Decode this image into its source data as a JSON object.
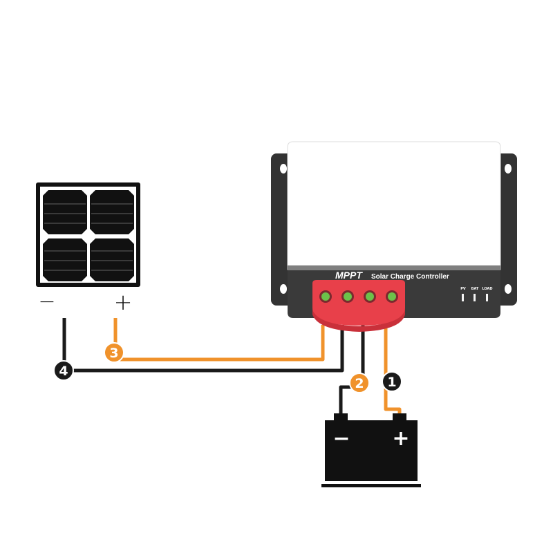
{
  "controller": {
    "brand": "MPPT",
    "title": "Solar Charge Controller",
    "indicators": [
      "PV",
      "BAT",
      "LOAD"
    ]
  },
  "panel": {
    "minus": "−",
    "plus": "+"
  },
  "battery": {
    "minus": "−",
    "plus": "+"
  },
  "steps": [
    {
      "label": "1",
      "target": "battery-positive",
      "color": "#1a1a1a"
    },
    {
      "label": "2",
      "target": "battery-negative",
      "color": "#f0922b"
    },
    {
      "label": "3",
      "target": "panel-positive",
      "color": "#f0922b"
    },
    {
      "label": "4",
      "target": "panel-negative",
      "color": "#1a1a1a"
    }
  ],
  "colors": {
    "positive_wire": "#f0922b",
    "negative_wire": "#1a1a1a",
    "terminal_block": "#e8404a",
    "terminal_screw": "#6cc24a",
    "controller_body": "#3a3a3a",
    "controller_cover": "#ffffff"
  }
}
